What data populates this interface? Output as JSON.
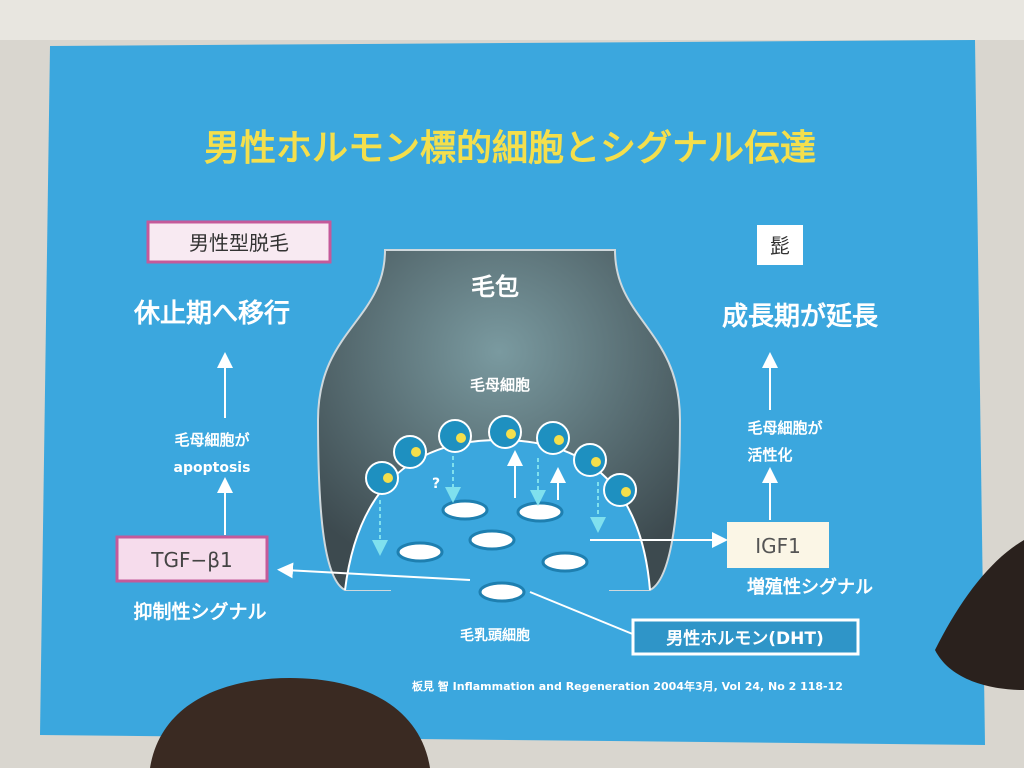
{
  "slide": {
    "title": "男性ホルモン標的細胞とシグナル伝達",
    "left": {
      "box": "男性型脱毛",
      "result": "休止期へ移行",
      "mid_line1": "毛母細胞が",
      "mid_line2": "apoptosis",
      "signal_box": "TGF−β1",
      "signal_label": "抑制性シグナル"
    },
    "right": {
      "box": "髭",
      "result": "成長期が延長",
      "mid_line1": "毛母細胞が",
      "mid_line2": "活性化",
      "signal_box": "IGF1",
      "signal_label": "増殖性シグナル"
    },
    "center": {
      "follicle": "毛包",
      "matrix_cells": "毛母細胞",
      "unknown": "?",
      "papilla_cells": "毛乳頭細胞",
      "hormone_box": "男性ホルモン(DHT)"
    },
    "citation": "板見 智 Inflammation and Regeneration 2004年3月, Vol 24, No 2 118-12"
  },
  "colors": {
    "slide": "#3ba7de",
    "title": "#f4df4c",
    "box_border": "#c45a9a",
    "follicle": "#4a5a60"
  }
}
